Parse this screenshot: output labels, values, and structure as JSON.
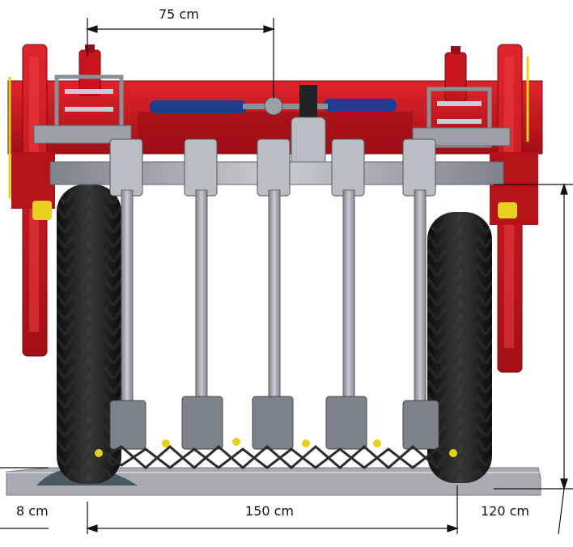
{
  "dimensions": {
    "row_spacing": "75 cm",
    "left_offset": "8 cm",
    "working_width": "150 cm",
    "height": "120 cm"
  },
  "colors": {
    "frame_red": "#c8141c",
    "steel_grey": "#9aa0a6",
    "tire_black": "#1c1c1c",
    "hydraulic_blue": "#1f3c8f",
    "accent_yellow": "#e6d21e"
  },
  "icons": {
    "machine": "row-crop-cultivator-illustration"
  }
}
